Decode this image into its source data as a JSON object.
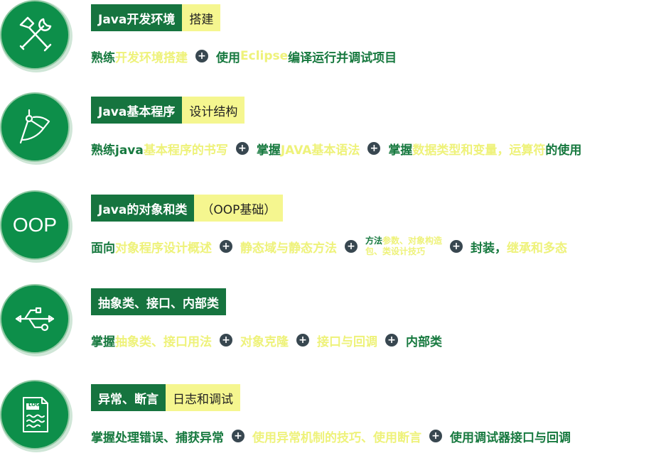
{
  "sections": [
    {
      "title_dark": "Java开发环境",
      "title_light": "搭建",
      "desc": [
        {
          "t": "熟练",
          "c": "g"
        },
        {
          "t": "开发环境搭建",
          "c": "y"
        },
        {
          "plus": true
        },
        {
          "t": "使用",
          "c": "g"
        },
        {
          "t": "Eclipse",
          "c": "y"
        },
        {
          "t": "编译运行并调试项目",
          "c": "g"
        }
      ]
    },
    {
      "title_dark": "Java基本程序",
      "title_light": "设计结构",
      "desc": [
        {
          "t": "熟练java",
          "c": "g"
        },
        {
          "t": "基本程序的书写",
          "c": "y"
        },
        {
          "plus": true
        },
        {
          "t": "掌握",
          "c": "g"
        },
        {
          "t": "JAVA基本语法",
          "c": "y"
        },
        {
          "plus": true
        },
        {
          "t": "掌握",
          "c": "g"
        },
        {
          "t": "数据类型和变量，运算符",
          "c": "y"
        },
        {
          "t": "的使用",
          "c": "g"
        }
      ]
    },
    {
      "icon_text": "OOP",
      "title_dark": "Java的对象和类",
      "title_light": "（OOP基础）",
      "desc": [
        {
          "t": "面向",
          "c": "g"
        },
        {
          "t": "对象程序设计概述",
          "c": "y"
        },
        {
          "plus": true
        },
        {
          "t": "静态域与静态方法",
          "c": "y"
        },
        {
          "plus": true
        },
        {
          "mini": [
            [
              {
                "t": "方法",
                "c": "g"
              },
              {
                "t": "参数、对象构造",
                "c": "y"
              }
            ],
            [
              {
                "t": "包、类设计技巧",
                "c": "y"
              }
            ]
          ]
        },
        {
          "plus": true
        },
        {
          "t": "封装，",
          "c": "g"
        },
        {
          "t": "继承和多态",
          "c": "y"
        }
      ]
    },
    {
      "title_dark": "抽象类、接口、内部类",
      "title_light": "",
      "desc": [
        {
          "t": "掌握",
          "c": "g"
        },
        {
          "t": "抽象类、接口用法",
          "c": "y"
        },
        {
          "plus": true
        },
        {
          "t": "对象克隆",
          "c": "y"
        },
        {
          "plus": true
        },
        {
          "t": "接口与回调",
          "c": "y"
        },
        {
          "plus": true
        },
        {
          "t": "内部类",
          "c": "g"
        }
      ]
    },
    {
      "icon_text": "LOG",
      "title_dark": "异常、断言",
      "title_light": "日志和调试",
      "desc": [
        {
          "t": "掌握处理错误、捕获异常",
          "c": "g"
        },
        {
          "plus": true
        },
        {
          "t": "使用异常机制的技巧、使用断言",
          "c": "y"
        },
        {
          "plus": true
        },
        {
          "t": "使用调试器接口与回调",
          "c": "g"
        }
      ]
    }
  ]
}
